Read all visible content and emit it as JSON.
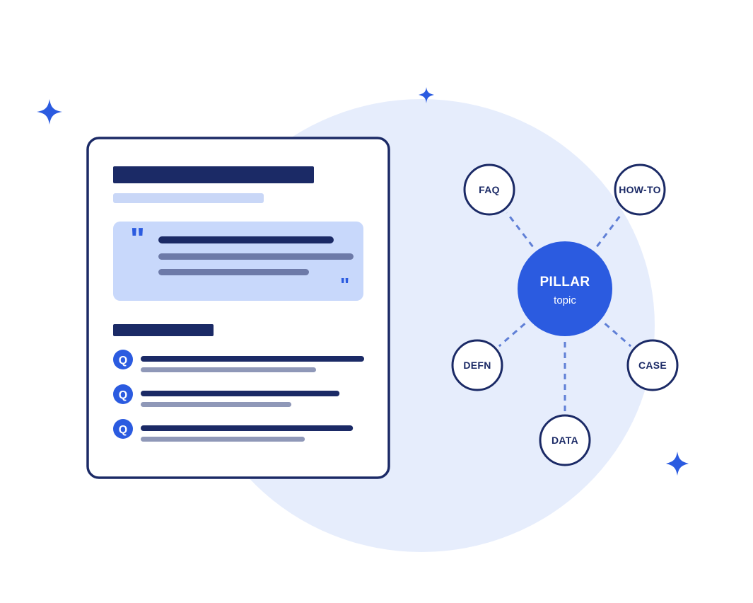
{
  "colors": {
    "navy": "#1b2a66",
    "accent_blue": "#2b5be0",
    "backdrop": "#e6edfc",
    "quote_box": "#c8d8fb",
    "subtitle_bar": "#c9d7f7",
    "gray_line": "#8f98b8",
    "mid_line": "#6d7aa8",
    "connector": "#5f7fd6",
    "card_bg": "#ffffff"
  },
  "icons": {
    "sparkle": "four-point-star",
    "quote_open": "quote-open-glyph",
    "quote_close": "quote-close-glyph",
    "question": "q-badge"
  },
  "document_card": {
    "quote_open_glyph": "\"",
    "quote_close_glyph": "\"",
    "faq_items": [
      {
        "badge": "Q",
        "line_main": 1.0,
        "line_sub": 0.78
      },
      {
        "badge": "Q",
        "line_main": 0.89,
        "line_sub": 0.67
      },
      {
        "badge": "Q",
        "line_main": 0.95,
        "line_sub": 0.73
      }
    ]
  },
  "topic_map": {
    "center": {
      "title": "PILLAR",
      "subtitle": "topic"
    },
    "nodes": [
      {
        "id": "faq",
        "label": "FAQ"
      },
      {
        "id": "howto",
        "label": "HOW-TO"
      },
      {
        "id": "defn",
        "label": "DEFN"
      },
      {
        "id": "case",
        "label": "CASE"
      },
      {
        "id": "data",
        "label": "DATA"
      }
    ]
  }
}
